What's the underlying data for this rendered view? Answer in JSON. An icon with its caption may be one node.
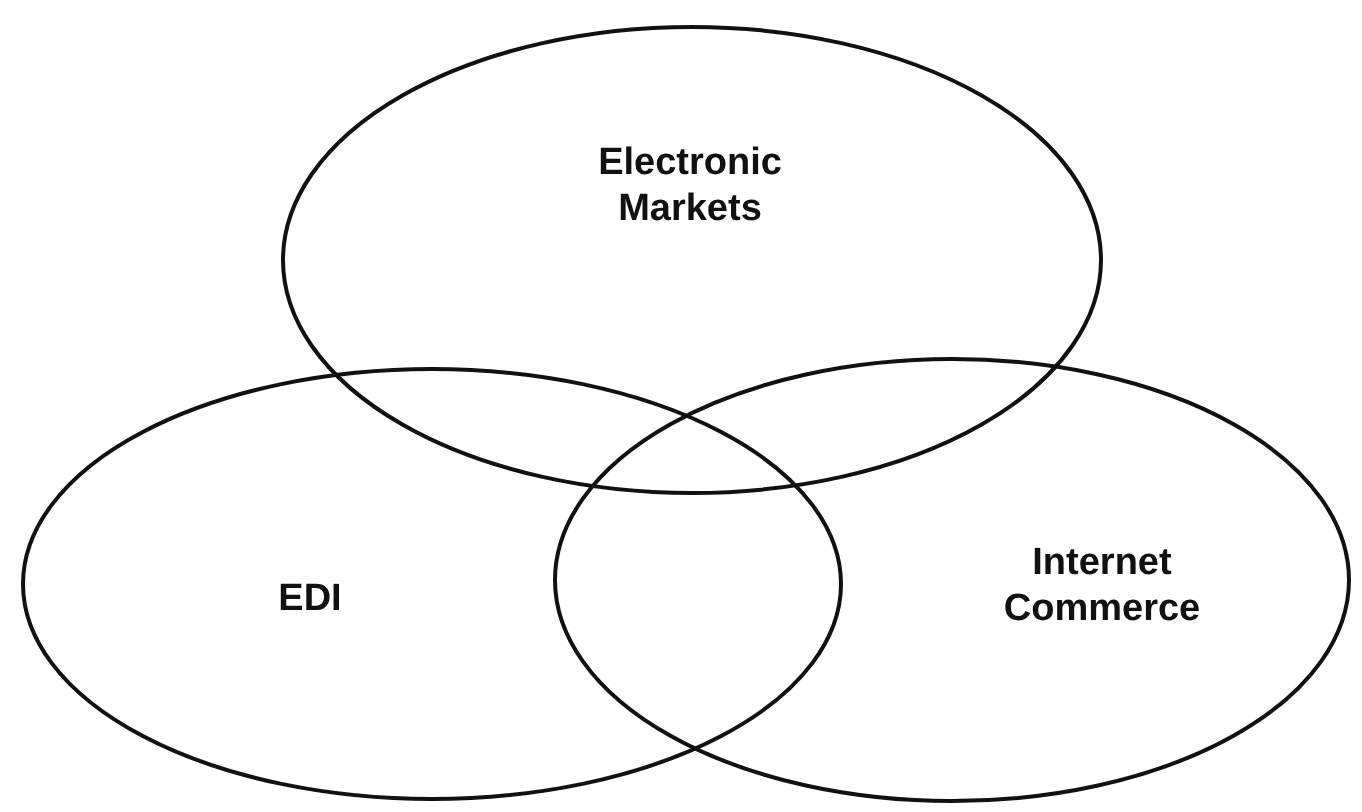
{
  "diagram": {
    "nodes": [
      {
        "text": [
          "Electronic Markets"
        ]
      },
      {
        "text": [
          "EDI"
        ]
      },
      {
        "text": [
          "Internet Commerce"
        ]
      }
    ]
  }
}
